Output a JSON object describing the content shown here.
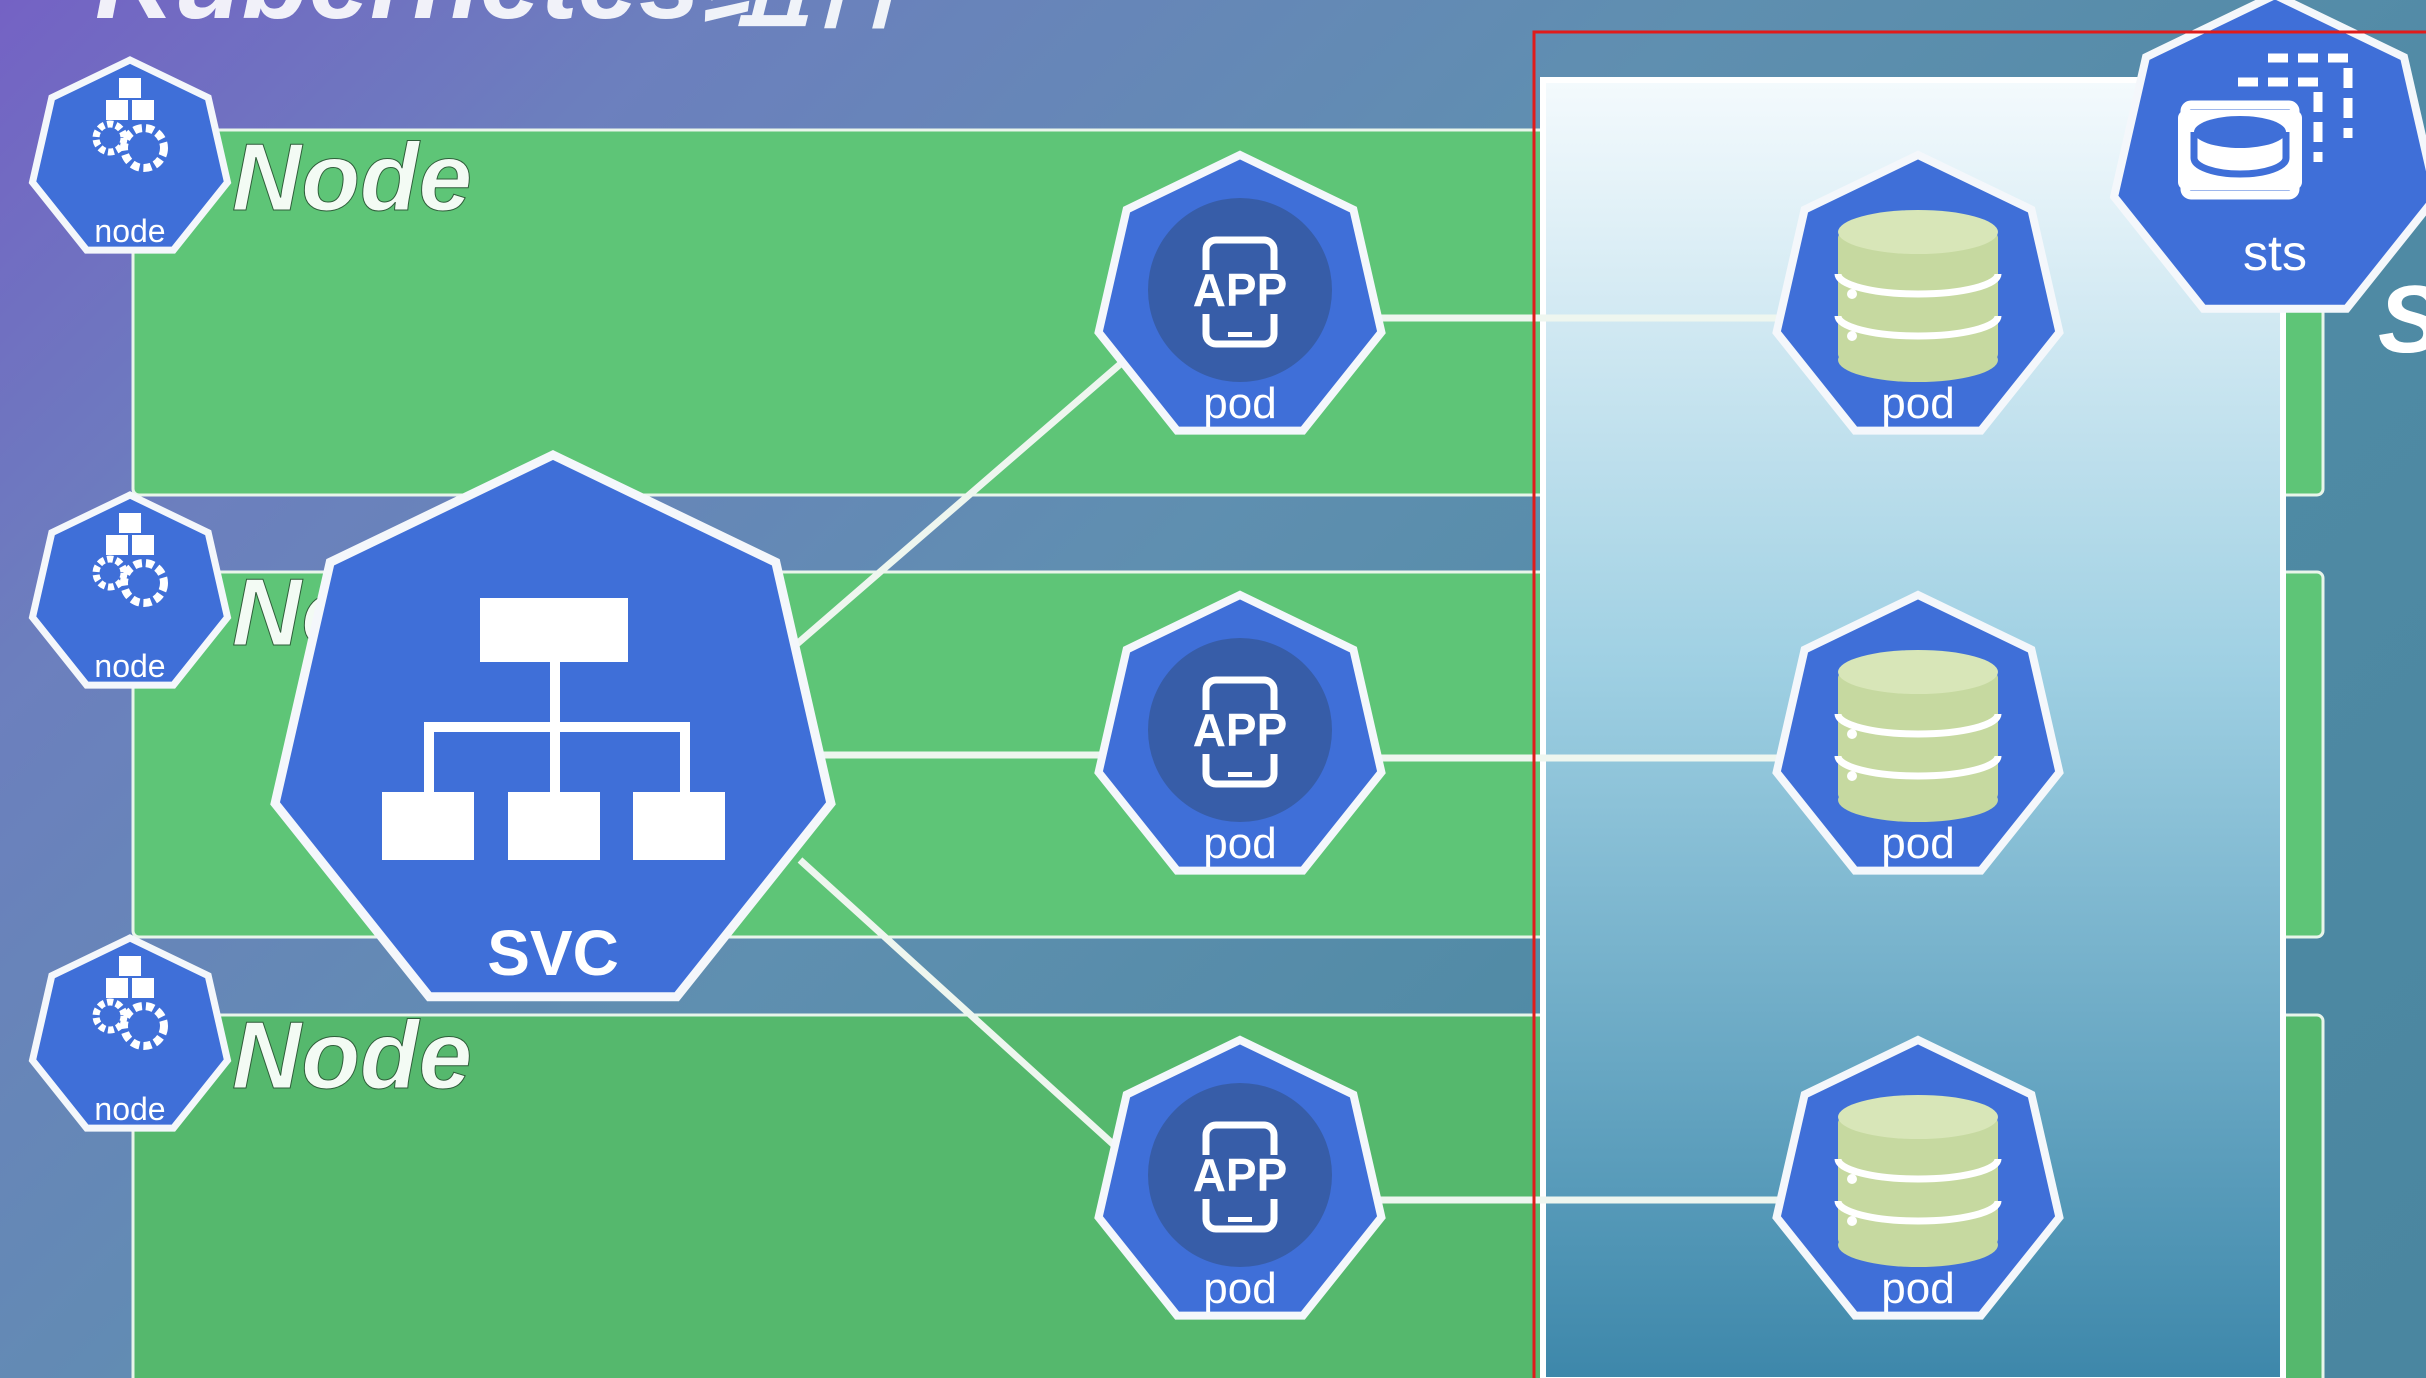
{
  "title": "Kubernetes组件",
  "nodes": [
    {
      "icon_label": "node",
      "word": "Node"
    },
    {
      "icon_label": "node",
      "word": "Node"
    },
    {
      "icon_label": "node",
      "word": "Node"
    }
  ],
  "service": {
    "label": "SVC"
  },
  "app_pods": [
    {
      "app_text": "APP",
      "label": "pod"
    },
    {
      "app_text": "APP",
      "label": "pod"
    },
    {
      "app_text": "APP",
      "label": "pod"
    }
  ],
  "db_pods": [
    {
      "label": "pod"
    },
    {
      "label": "pod"
    },
    {
      "label": "pod"
    }
  ],
  "statefulset": {
    "label": "sts",
    "side_text": "S"
  },
  "colors": {
    "k8s_blue": "#3f6fd8",
    "node_green": "#5ec577",
    "db_green": "#c6d9a0",
    "highlight_red": "#e01b1b"
  }
}
